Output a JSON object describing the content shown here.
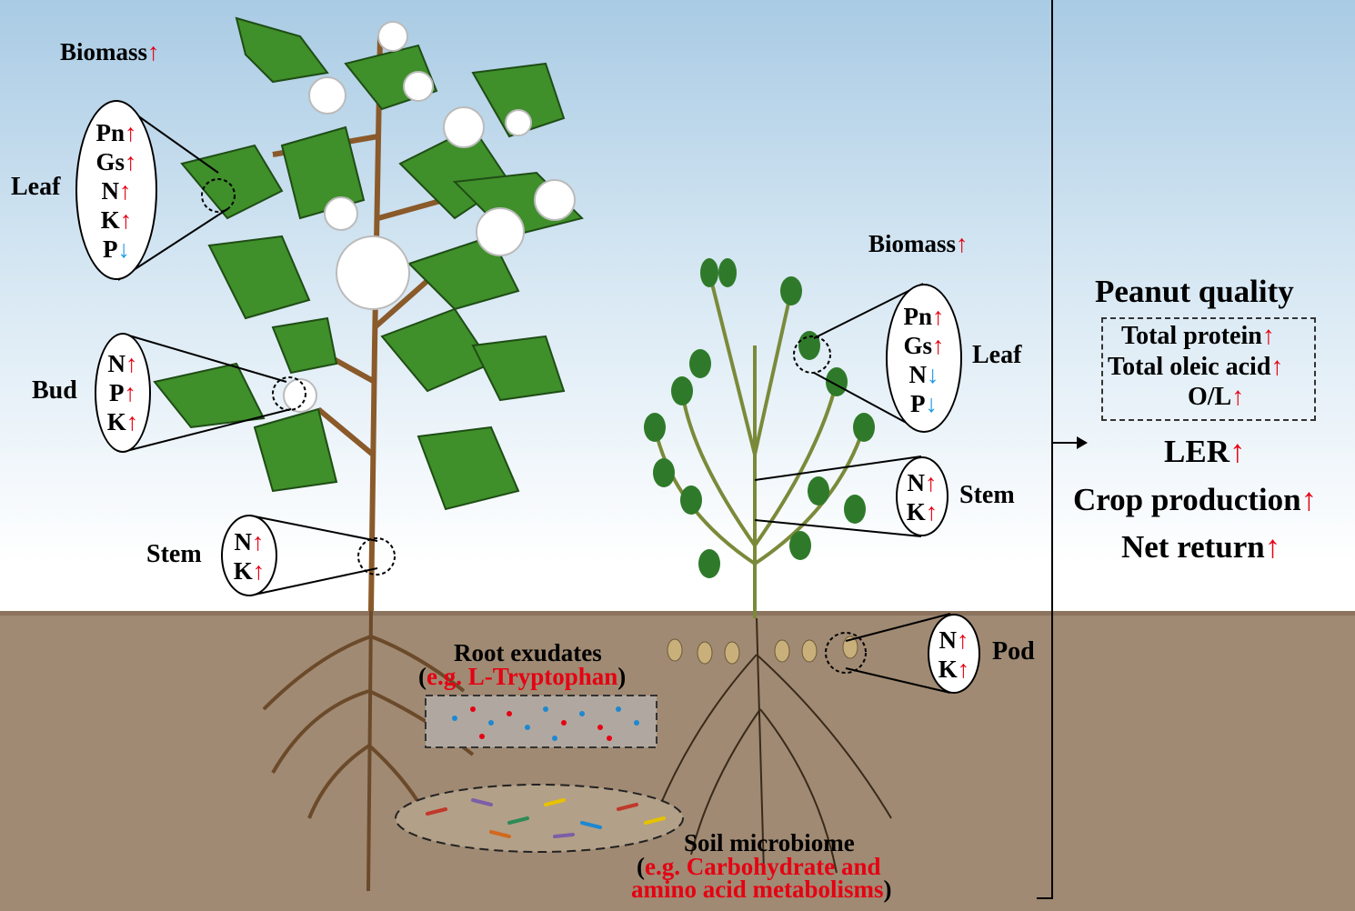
{
  "cotton": {
    "biomass": "Biomass",
    "leaf": {
      "label": "Leaf",
      "items": [
        {
          "t": "Pn",
          "dir": "↑"
        },
        {
          "t": "Gs",
          "dir": "↑"
        },
        {
          "t": "N",
          "dir": "↑"
        },
        {
          "t": "K",
          "dir": "↑"
        },
        {
          "t": "P",
          "dir": "↓"
        }
      ]
    },
    "bud": {
      "label": "Bud",
      "items": [
        {
          "t": "N",
          "dir": "↑"
        },
        {
          "t": "P",
          "dir": "↑"
        },
        {
          "t": "K",
          "dir": "↑"
        }
      ]
    },
    "stem": {
      "label": "Stem",
      "items": [
        {
          "t": "N",
          "dir": "↑"
        },
        {
          "t": "K",
          "dir": "↑"
        }
      ]
    }
  },
  "peanut": {
    "biomass": "Biomass",
    "leaf": {
      "label": "Leaf",
      "items": [
        {
          "t": "Pn",
          "dir": "↑"
        },
        {
          "t": "Gs",
          "dir": "↑"
        },
        {
          "t": "N",
          "dir": "↓"
        },
        {
          "t": "P",
          "dir": "↓"
        }
      ]
    },
    "stem": {
      "label": "Stem",
      "items": [
        {
          "t": "N",
          "dir": "↑"
        },
        {
          "t": "K",
          "dir": "↑"
        }
      ]
    },
    "pod": {
      "label": "Pod",
      "items": [
        {
          "t": "N",
          "dir": "↑"
        },
        {
          "t": "K",
          "dir": "↑"
        }
      ]
    }
  },
  "soil": {
    "exudates_title": "Root exudates",
    "exudates_example": "e.g. L-Tryptophan",
    "microbiome_title": "Soil microbiome",
    "microbiome_example_1": "e.g. Carbohydrate and",
    "microbiome_example_2": "amino acid metabolisms"
  },
  "outcomes": {
    "quality_title": "Peanut quality",
    "quality_items": [
      "Total protein",
      "Total oleic acid",
      "O/L"
    ],
    "ler": "LER",
    "crop_production": "Crop production",
    "net_return": "Net return",
    "up_arrow": "↑"
  },
  "colors": {
    "up": "#e60012",
    "down": "#1e9be6",
    "soil": "#a08a73",
    "leaf": "#3f8f2a"
  }
}
